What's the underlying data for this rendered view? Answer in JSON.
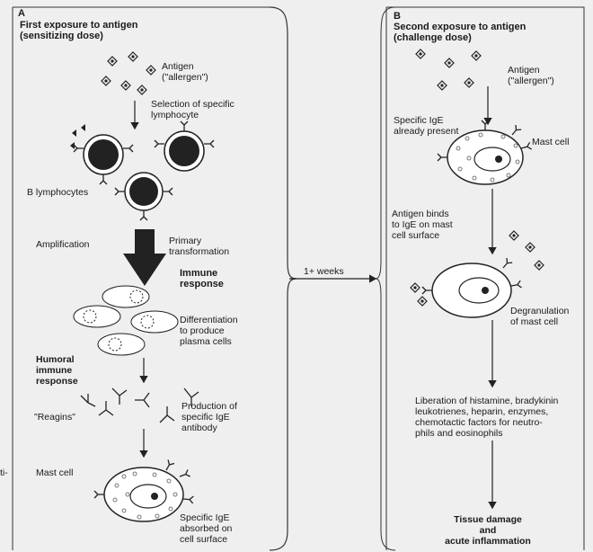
{
  "panel_a": {
    "letter": "A",
    "title": "First exposure to antigen\n(sensitizing dose)",
    "antigen": "Antigen\n(\"allergen\")",
    "selection": "Selection of specific\nlymphocyte",
    "b_lymphocytes": "B lymphocytes",
    "amplification": "Amplification",
    "primary": "Primary\ntransformation",
    "immune_response": "Immune\nresponse",
    "differentiation": "Differentiation\nto produce\nplasma cells",
    "humoral": "Humoral\nimmune\nresponse",
    "reagins": "\"Reagins\"",
    "production": "Production of\nspecific IgE\nantibody",
    "fragment": "ti-",
    "mast_cell": "Mast cell",
    "absorbed": "Specific IgE\nabsorbed on\ncell surface"
  },
  "middle": {
    "interval": "1+ weeks"
  },
  "panel_b": {
    "letter": "B",
    "title": "Second exposure to antigen\n(challenge dose)",
    "antigen": "Antigen\n(\"allergen\")",
    "ige_present": "Specific IgE\nalready present",
    "mast_cell": "Mast cell",
    "binds": "Antigen binds\nto IgE on mast\ncell surface",
    "degranulation": "Degranulation\nof mast cell",
    "liberation": "Liberation of histamine, bradykinin\nleukotrienes, heparin, enzymes,\nchemotactic factors for neutro-\nphils and eosinophils",
    "outcome": "Tissue damage\nand\nacute inflammation"
  }
}
